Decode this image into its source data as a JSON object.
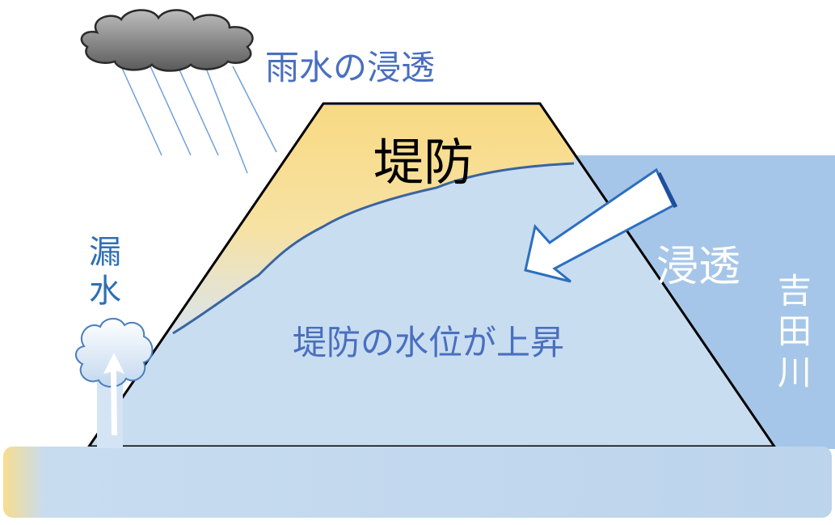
{
  "labels": {
    "rain_infiltration": "雨水の浸透",
    "dike": "堤防",
    "seepage": "浸透",
    "water_level_rise": "堤防の水位が上昇",
    "leakage": [
      "漏",
      "水"
    ],
    "river": [
      "吉",
      "田",
      "川"
    ]
  },
  "colors": {
    "label_blue": "#4a6fbf",
    "leak_blue": "#2f6fb5",
    "river": "#a5c6e8",
    "dike_fill": "#c9ddf1",
    "dike_dry": "#f8de8c",
    "phreatic_line": "#3a64a0",
    "cloud": "#8a8a8a"
  },
  "icons": [
    "cloud-icon",
    "rain-lines",
    "seepage-arrow-icon",
    "spring-icon",
    "leak-arrow-icon"
  ]
}
